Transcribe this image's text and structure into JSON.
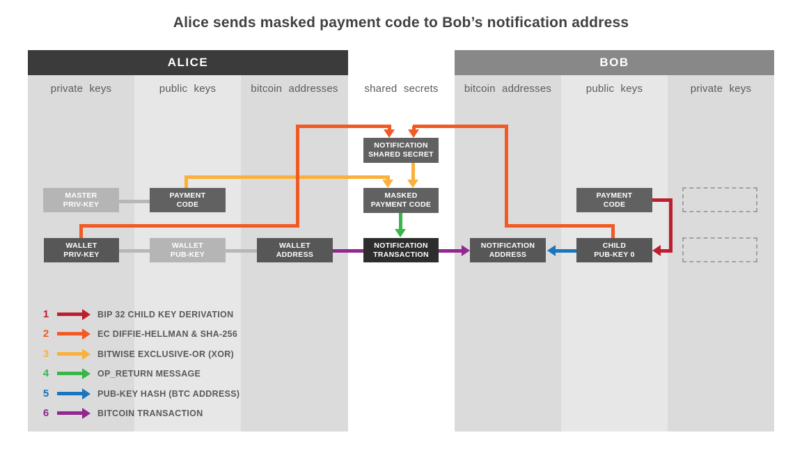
{
  "title": "Alice sends masked payment code to Bob’s notification address",
  "headers": {
    "alice": "ALICE",
    "bob": "BOB"
  },
  "columns": {
    "alice": [
      "private keys",
      "public keys",
      "bitcoin addresses"
    ],
    "center": "shared secrets",
    "bob": [
      "bitcoin addresses",
      "public keys",
      "private keys"
    ]
  },
  "boxes": {
    "notification_shared_secret": "NOTIFICATION\nSHARED SECRET",
    "master_priv_key": "MASTER\nPRIV-KEY",
    "payment_code_alice": "PAYMENT\nCODE",
    "masked_payment_code": "MASKED\nPAYMENT CODE",
    "payment_code_bob": "PAYMENT\nCODE",
    "wallet_priv_key": "WALLET\nPRIV-KEY",
    "wallet_pub_key": "WALLET\nPUB-KEY",
    "wallet_address": "WALLET\nADDRESS",
    "notification_transaction": "NOTIFICATION\nTRANSACTION",
    "notification_address": "NOTIFICATION\nADDRESS",
    "child_pub_key_0": "CHILD\nPUB-KEY 0"
  },
  "colors": {
    "red": "#be1e2d",
    "orange": "#f15a24",
    "yellow": "#fbb03b",
    "green": "#39b54a",
    "blue": "#1b75bc",
    "purple": "#92278f",
    "connector_gray": "#b7b7b7",
    "alice_header_bg": "#3b3b3b",
    "bob_header_bg": "#888888",
    "dark_box_bg": "#616161",
    "row2_box_bg": "#575757",
    "black_box_bg": "#2d2d2d",
    "light_box_bg": "#b5b5b5"
  },
  "legend": {
    "items": [
      {
        "num": "1",
        "label": "BIP 32 CHILD KEY DERIVATION",
        "color": "#be1e2d"
      },
      {
        "num": "2",
        "label": "EC DIFFIE-HELLMAN & SHA-256",
        "color": "#f15a24"
      },
      {
        "num": "3",
        "label": "BITWISE EXCLUSIVE-OR (XOR)",
        "color": "#fbb03b"
      },
      {
        "num": "4",
        "label": "OP_RETURN MESSAGE",
        "color": "#39b54a"
      },
      {
        "num": "5",
        "label": "PUB-KEY HASH (BTC ADDRESS)",
        "color": "#1b75bc"
      },
      {
        "num": "6",
        "label": "BITCOIN TRANSACTION",
        "color": "#92278f"
      }
    ]
  }
}
